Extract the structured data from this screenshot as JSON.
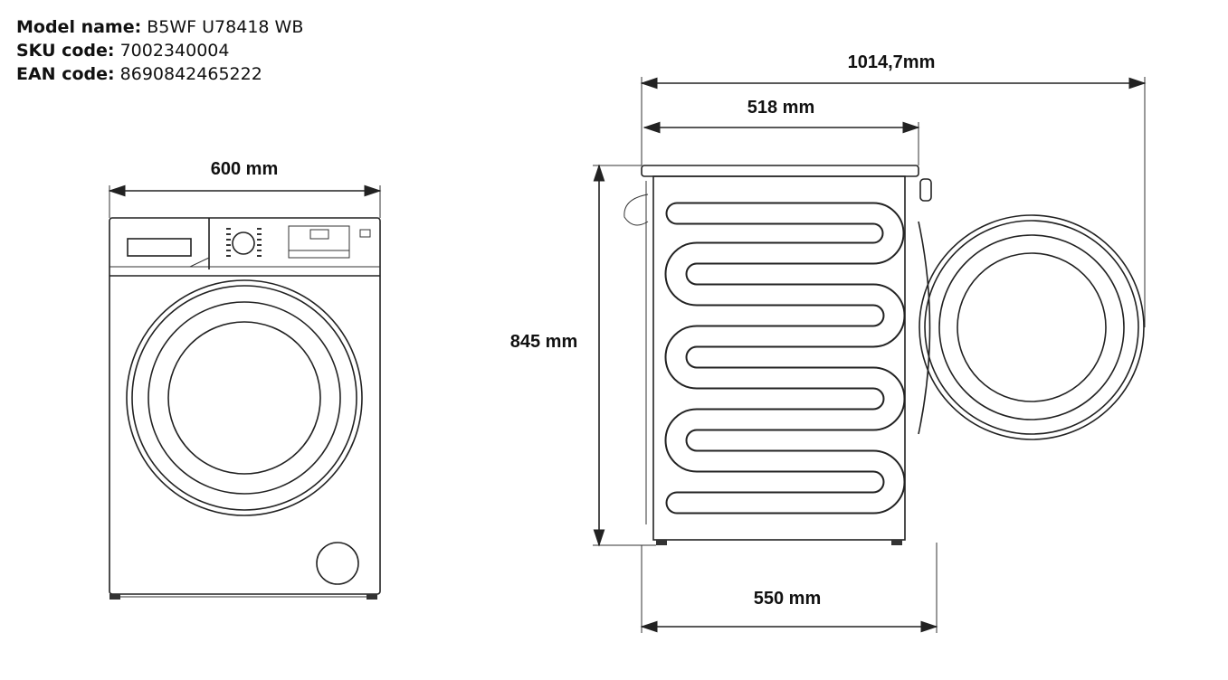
{
  "info": {
    "model_label": "Model name:",
    "model_value": "B5WF U78418 WB",
    "sku_label": "SKU code:",
    "sku_value": "7002340004",
    "ean_label": "EAN code:",
    "ean_value": "8690842465222"
  },
  "dimensions": {
    "front_width": "600 mm",
    "total_depth_door_open": "1014,7mm",
    "body_depth": "518 mm",
    "height": "845 mm",
    "depth_with_door": "550 mm"
  }
}
